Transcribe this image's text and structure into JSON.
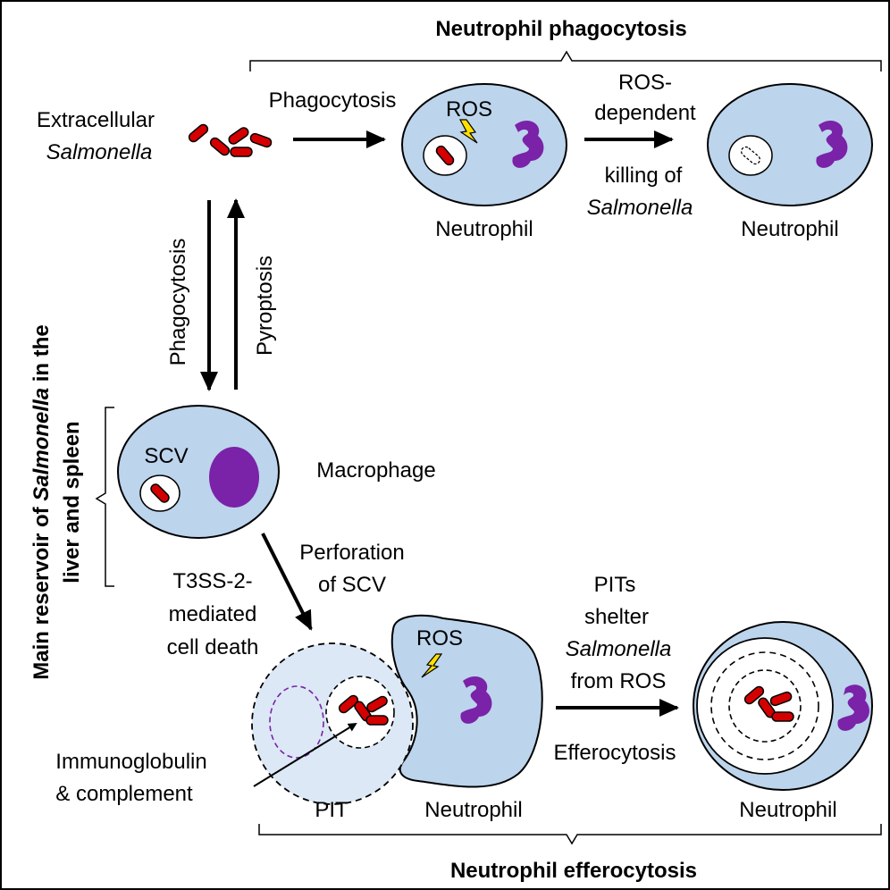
{
  "titles": {
    "top": "Neutrophil phagocytosis",
    "bottom": "Neutrophil efferocytosis",
    "left_line1_a": "Main reservoir of ",
    "left_line1_b": "Salmonella",
    "left_line1_c": " in the",
    "left_line2": "liver and spleen"
  },
  "labels": {
    "extracellular": "Extracellular",
    "salmonella": "Salmonella",
    "phagocytosis": "Phagocytosis",
    "pyroptosis": "Pyroptosis",
    "ros": "ROS",
    "ros_dep_1": "ROS-",
    "ros_dep_2": "dependent",
    "killing_of": "killing of",
    "neutrophil": "Neutrophil",
    "scv": "SCV",
    "macrophage": "Macrophage",
    "perforation": "Perforation",
    "of_scv": "of SCV",
    "t3ss_1": "T3SS-2-",
    "t3ss_2": "mediated",
    "t3ss_3": "cell death",
    "pits": "PITs",
    "shelter": "shelter",
    "from_ros": "from ROS",
    "efferocytosis": "Efferocytosis",
    "immunoglobulin": "Immunoglobulin",
    "complement": "& complement",
    "pit": "PIT"
  },
  "colors": {
    "cell_fill": "#bcd4ec",
    "pit_fill": "#dce8f5",
    "bacteria": "#d40000",
    "nucleus": "#7a22a8",
    "lightning": "#ffe000"
  }
}
